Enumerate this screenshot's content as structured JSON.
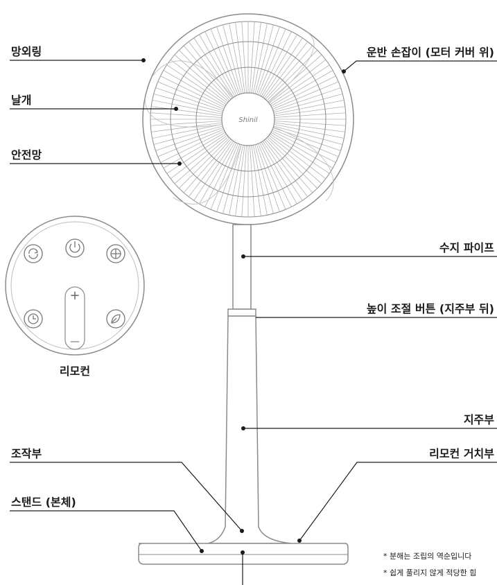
{
  "labels": {
    "mesh_ring": "망외링",
    "blade": "날개",
    "safety_net": "안전망",
    "handle": "운반 손잡이 (모터 커버 위)",
    "resin_pipe": "수지 파이프",
    "height_button": "높이 조절 버튼 (지주부 뒤)",
    "pillar": "지주부",
    "control_panel": "조작부",
    "stand": "스탠드 (본체)",
    "remote_holder": "리모컨 거치부",
    "remote": "리모컨"
  },
  "brand": "Shinil",
  "remote_buttons": {
    "plus": "+",
    "minus": "—"
  },
  "notes": [
    "* 분해는 조립의 역순입니다",
    "* 쉽게 풀리지 않게 적당한 힘"
  ],
  "icons": [
    "power-icon",
    "rotate-icon",
    "mode-icon",
    "timer-icon",
    "leaf-icon"
  ],
  "colors": {
    "line": "#1a1a1a",
    "outline": "#8a8a8a",
    "text": "#1a1a1a"
  }
}
